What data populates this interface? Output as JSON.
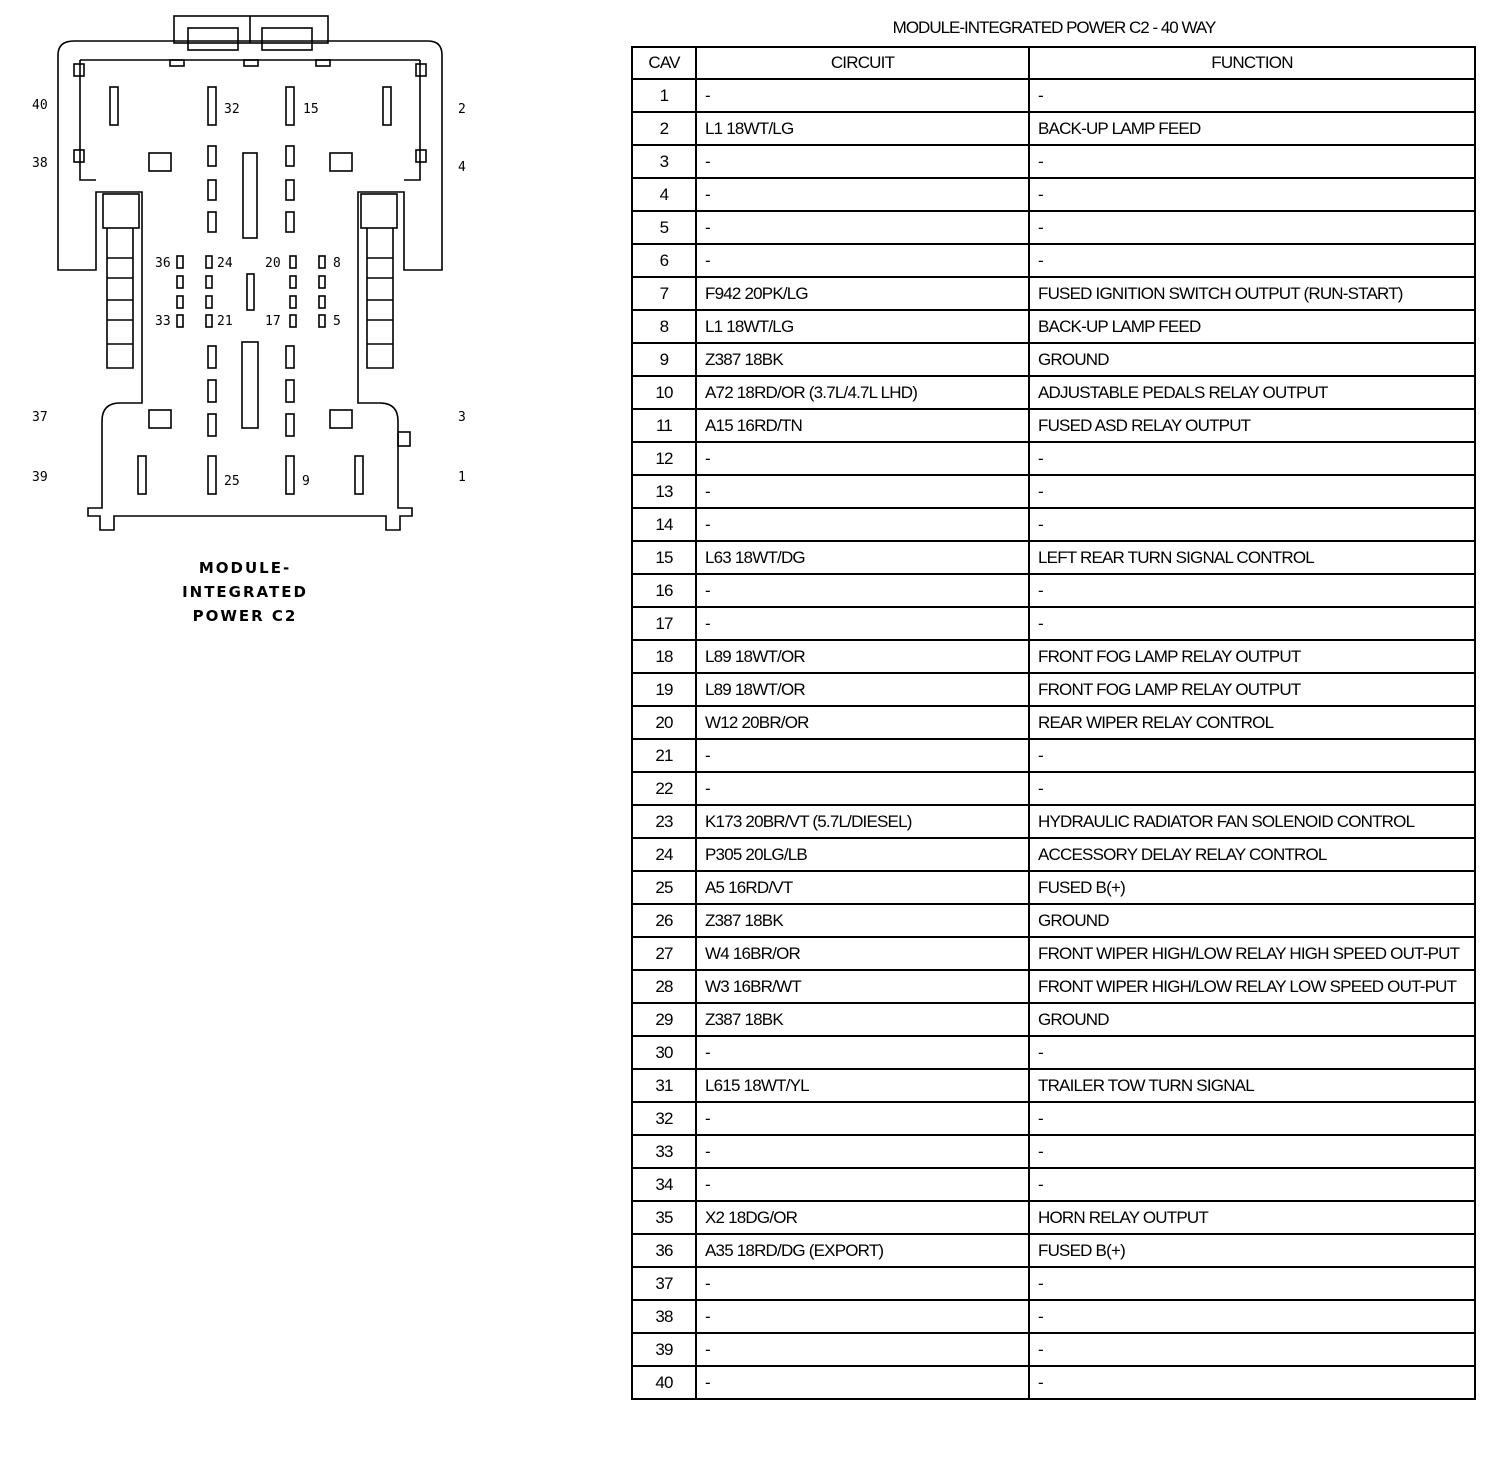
{
  "diagram": {
    "caption": [
      "MODULE-",
      "INTEGRATED",
      "POWER C2"
    ],
    "cavity_labels": [
      "40",
      "38",
      "2",
      "4",
      "32",
      "15",
      "36",
      "24",
      "20",
      "8",
      "33",
      "21",
      "17",
      "5",
      "37",
      "3",
      "39",
      "25",
      "9",
      "1"
    ]
  },
  "table": {
    "title": "MODULE-INTEGRATED POWER C2 - 40 WAY",
    "headers": [
      "CAV",
      "CIRCUIT",
      "FUNCTION"
    ],
    "rows": [
      [
        "1",
        "-",
        "-"
      ],
      [
        "2",
        "L1 18WT/LG",
        "BACK-UP LAMP FEED"
      ],
      [
        "3",
        "-",
        "-"
      ],
      [
        "4",
        "-",
        "-"
      ],
      [
        "5",
        "-",
        "-"
      ],
      [
        "6",
        "-",
        "-"
      ],
      [
        "7",
        "F942 20PK/LG",
        "FUSED IGNITION SWITCH OUTPUT (RUN-START)"
      ],
      [
        "8",
        "L1 18WT/LG",
        "BACK-UP LAMP FEED"
      ],
      [
        "9",
        "Z387 18BK",
        "GROUND"
      ],
      [
        "10",
        "A72 18RD/OR (3.7L/4.7L LHD)",
        "ADJUSTABLE PEDALS RELAY OUTPUT"
      ],
      [
        "11",
        "A15 16RD/TN",
        "FUSED ASD RELAY OUTPUT"
      ],
      [
        "12",
        "-",
        "-"
      ],
      [
        "13",
        "-",
        "-"
      ],
      [
        "14",
        "-",
        "-"
      ],
      [
        "15",
        "L63 18WT/DG",
        "LEFT REAR TURN SIGNAL CONTROL"
      ],
      [
        "16",
        "-",
        "-"
      ],
      [
        "17",
        "-",
        "-"
      ],
      [
        "18",
        "L89 18WT/OR",
        "FRONT FOG LAMP RELAY OUTPUT"
      ],
      [
        "19",
        "L89 18WT/OR",
        "FRONT FOG LAMP RELAY OUTPUT"
      ],
      [
        "20",
        "W12 20BR/OR",
        "REAR WIPER RELAY CONTROL"
      ],
      [
        "21",
        "-",
        "-"
      ],
      [
        "22",
        "-",
        "-"
      ],
      [
        "23",
        "K173 20BR/VT (5.7L/DIESEL)",
        "HYDRAULIC RADIATOR FAN SOLENOID CONTROL"
      ],
      [
        "24",
        "P305 20LG/LB",
        "ACCESSORY DELAY RELAY CONTROL"
      ],
      [
        "25",
        "A5 16RD/VT",
        "FUSED B(+)"
      ],
      [
        "26",
        "Z387 18BK",
        "GROUND"
      ],
      [
        "27",
        "W4 16BR/OR",
        "FRONT WIPER HIGH/LOW RELAY HIGH SPEED OUT-PUT"
      ],
      [
        "28",
        "W3 16BR/WT",
        "FRONT WIPER HIGH/LOW RELAY LOW SPEED OUT-PUT"
      ],
      [
        "29",
        "Z387 18BK",
        "GROUND"
      ],
      [
        "30",
        "-",
        "-"
      ],
      [
        "31",
        "L615 18WT/YL",
        "TRAILER TOW TURN SIGNAL"
      ],
      [
        "32",
        "-",
        "-"
      ],
      [
        "33",
        "-",
        "-"
      ],
      [
        "34",
        "-",
        "-"
      ],
      [
        "35",
        "X2 18DG/OR",
        "HORN RELAY OUTPUT"
      ],
      [
        "36",
        "A35 18RD/DG (EXPORT)",
        "FUSED B(+)"
      ],
      [
        "37",
        "-",
        "-"
      ],
      [
        "38",
        "-",
        "-"
      ],
      [
        "39",
        "-",
        "-"
      ],
      [
        "40",
        "-",
        "-"
      ]
    ]
  }
}
